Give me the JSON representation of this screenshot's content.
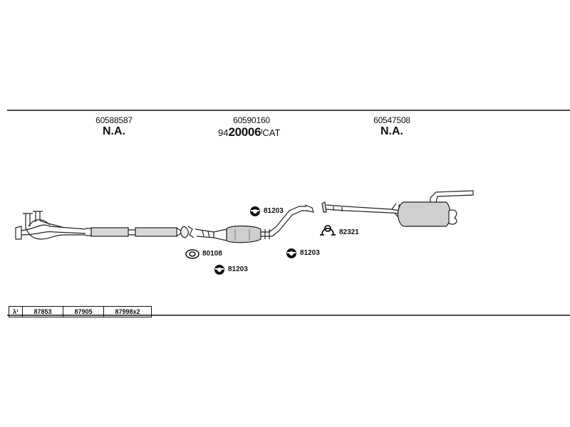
{
  "sections": [
    {
      "part_number": "60588587",
      "status": "N.A."
    },
    {
      "part_number": "60590160",
      "catalog": {
        "prefix": "94",
        "number": "20006",
        "suffix": "CAT"
      }
    },
    {
      "part_number": "60547508",
      "status": "N.A."
    }
  ],
  "callouts": {
    "clamp_top": "81203",
    "hanger_right": "82321",
    "gasket": "80108",
    "clamp_mid": "81203",
    "clamp_low": "81203"
  },
  "legend": {
    "symbol": "λ¹",
    "items": [
      "87853",
      "87905",
      "87998x2"
    ]
  }
}
